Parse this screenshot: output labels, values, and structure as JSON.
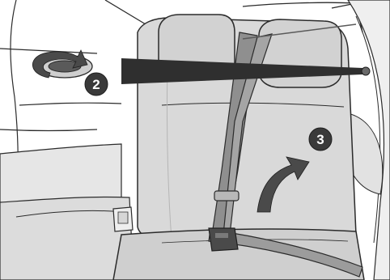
{
  "illustration": {
    "subject": "rear-seat-belt-installation",
    "steps": [
      {
        "label": "2"
      },
      {
        "label": "3"
      }
    ],
    "colors": {
      "background": "#ffffff",
      "seat_fill": "#d9d9d9",
      "seat_shade": "#c8c8c8",
      "outline": "#2b2b2b",
      "belt": "#8f8f8f",
      "arrow": "#4a4a4a",
      "badge": "#3a3a3a",
      "callout_bar": "#2f2f2f"
    }
  }
}
